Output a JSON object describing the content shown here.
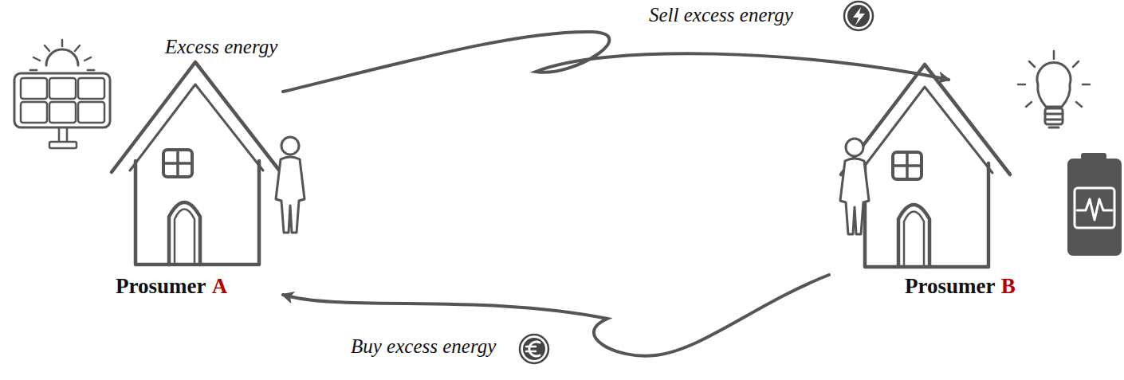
{
  "diagram": {
    "nodes": [
      {
        "text": [
          "Prosumer",
          "A"
        ]
      },
      {
        "text": [
          "Prosumer",
          "B"
        ]
      }
    ],
    "edges": [
      {
        "from": 0,
        "to": 1,
        "arrow": "to",
        "label": "Sell excess energy"
      },
      {
        "from": 1,
        "to": 0,
        "arrow": "to",
        "label": "Buy excess energy"
      }
    ],
    "labels": [
      "Excess energy"
    ]
  }
}
